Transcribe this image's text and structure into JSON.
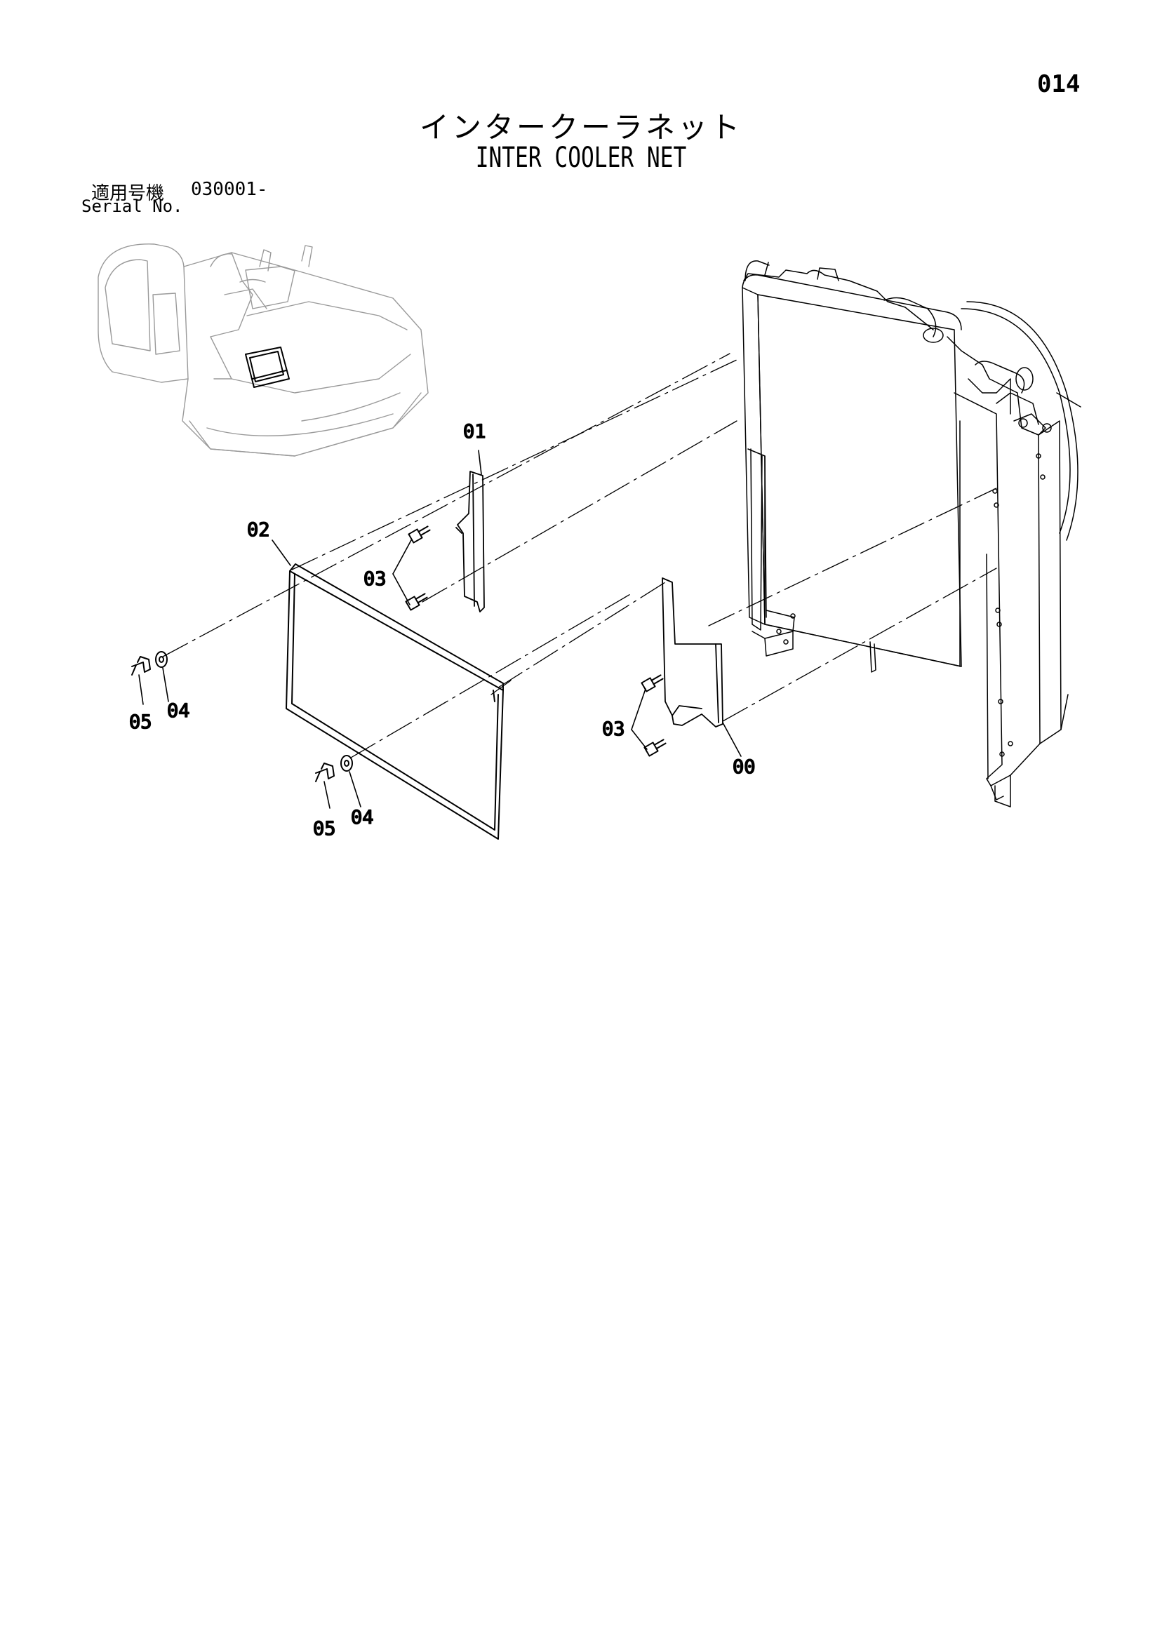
{
  "page_number": "014",
  "title_jp": "インタークーラネット",
  "title_en": "INTER COOLER NET",
  "serial": {
    "label_jp": "適用号機",
    "number": "030001-",
    "label_en": "Serial No."
  },
  "callouts": {
    "c01": "01",
    "c02": "02",
    "c03a": "03",
    "c03b": "03",
    "c04a": "04",
    "c04b": "04",
    "c05a": "05",
    "c05b": "05",
    "c00": "00"
  }
}
